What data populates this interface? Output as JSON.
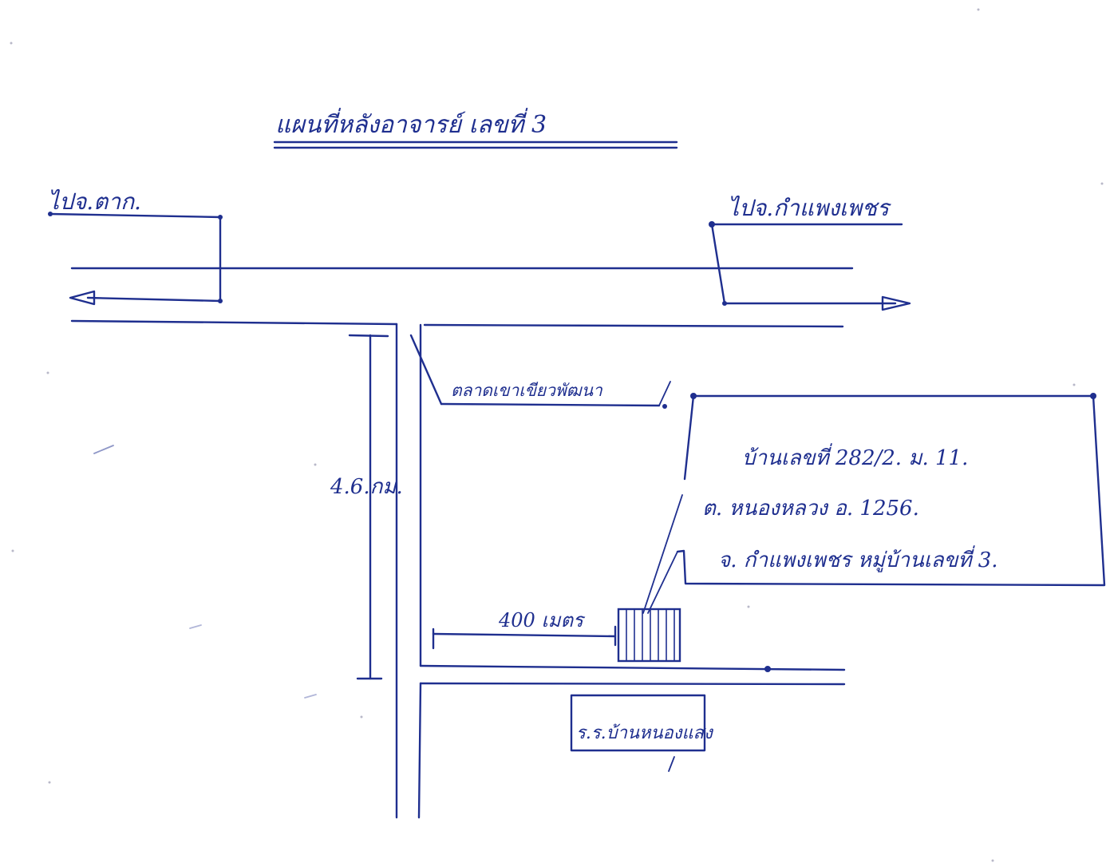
{
  "title": "แผนที่หลังอาจารย์ เลขที่ 3",
  "road_labels": {
    "left": "ไปจ.ตาก.",
    "right": "ไปจ.กำแพงเพชร"
  },
  "landmarks": {
    "market": "ตลาดเขาเขียวพัฒนา",
    "school": "ร.ร.บ้านหนองแสง"
  },
  "address_box": {
    "line1": "บ้านเลขที่ 282/2. ม. 11.",
    "line2": "ต. หนองหลวง อ. 1256.",
    "line3": "จ. กำแพงเพชร หมู่บ้านเลขที่ 3."
  },
  "measurements": {
    "vertical": "4.6.กม.",
    "horizontal": "400 เมตร"
  },
  "colors": {
    "ink": "#1f2f8f",
    "paper": "#ffffff"
  }
}
